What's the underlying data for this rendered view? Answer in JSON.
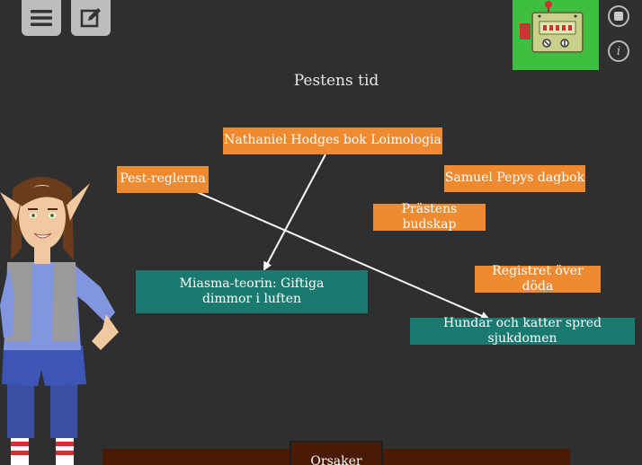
{
  "toolbar": {
    "menu_icon": "hamburger-menu-icon",
    "edit_icon": "edit-note-icon",
    "robot_icon": "robot-assistant-icon",
    "stop_icon": "stop-icon",
    "info_icon": "info-icon"
  },
  "board": {
    "title": "Pestens tid"
  },
  "cards": {
    "hodges": "Nathaniel Hodges bok Loimologia",
    "pest_reglerna": "Pest-reglerna",
    "pepys": "Samuel Pepys dagbok",
    "prasten": "Prästens budskap",
    "registret": "Registret över döda",
    "miasma": "Miasma-teorin: Giftiga dimmor i luften",
    "hundar": "Hundar och katter spred sjukdomen"
  },
  "bottom": {
    "category_label": "Orsaker"
  },
  "colors": {
    "background": "#2f2f2f",
    "orange_card": "#f08a30",
    "teal_card": "#1b7a70",
    "robot_bg": "#3fbf3f",
    "bottom_bar": "#4a1a05"
  }
}
